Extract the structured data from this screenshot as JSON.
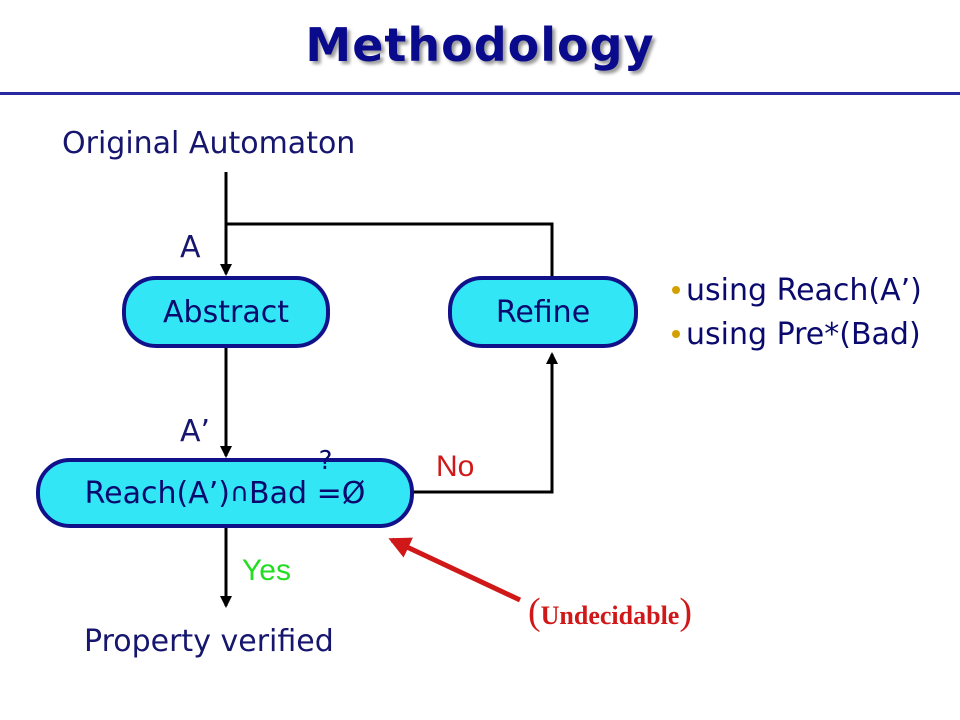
{
  "title": "Methodology",
  "input_label": "Original Automaton",
  "output_label": "Property verified",
  "nodes": {
    "abstract": "Abstract",
    "refine": "Refine",
    "check_left": "Reach(A’)",
    "check_cap": "∩",
    "check_bad": "Bad ",
    "check_q": "?",
    "check_eq": "=",
    "check_empty": "Ø"
  },
  "edge_labels": {
    "a": "A",
    "a_prime": "A’",
    "no": "No",
    "yes": "Yes"
  },
  "refine_methods": [
    "using Reach(A’)",
    "using Pre*(Bad)"
  ],
  "annotation": {
    "open": "(",
    "text": "Undecidable",
    "close": ")"
  },
  "colors": {
    "title": "#0a0a8c",
    "node_fill": "#33e6f5",
    "node_border": "#11118a",
    "no_label": "#d01818",
    "yes_label": "#22dd22",
    "annotation": "#d01818",
    "bullet": "#d4a000"
  }
}
